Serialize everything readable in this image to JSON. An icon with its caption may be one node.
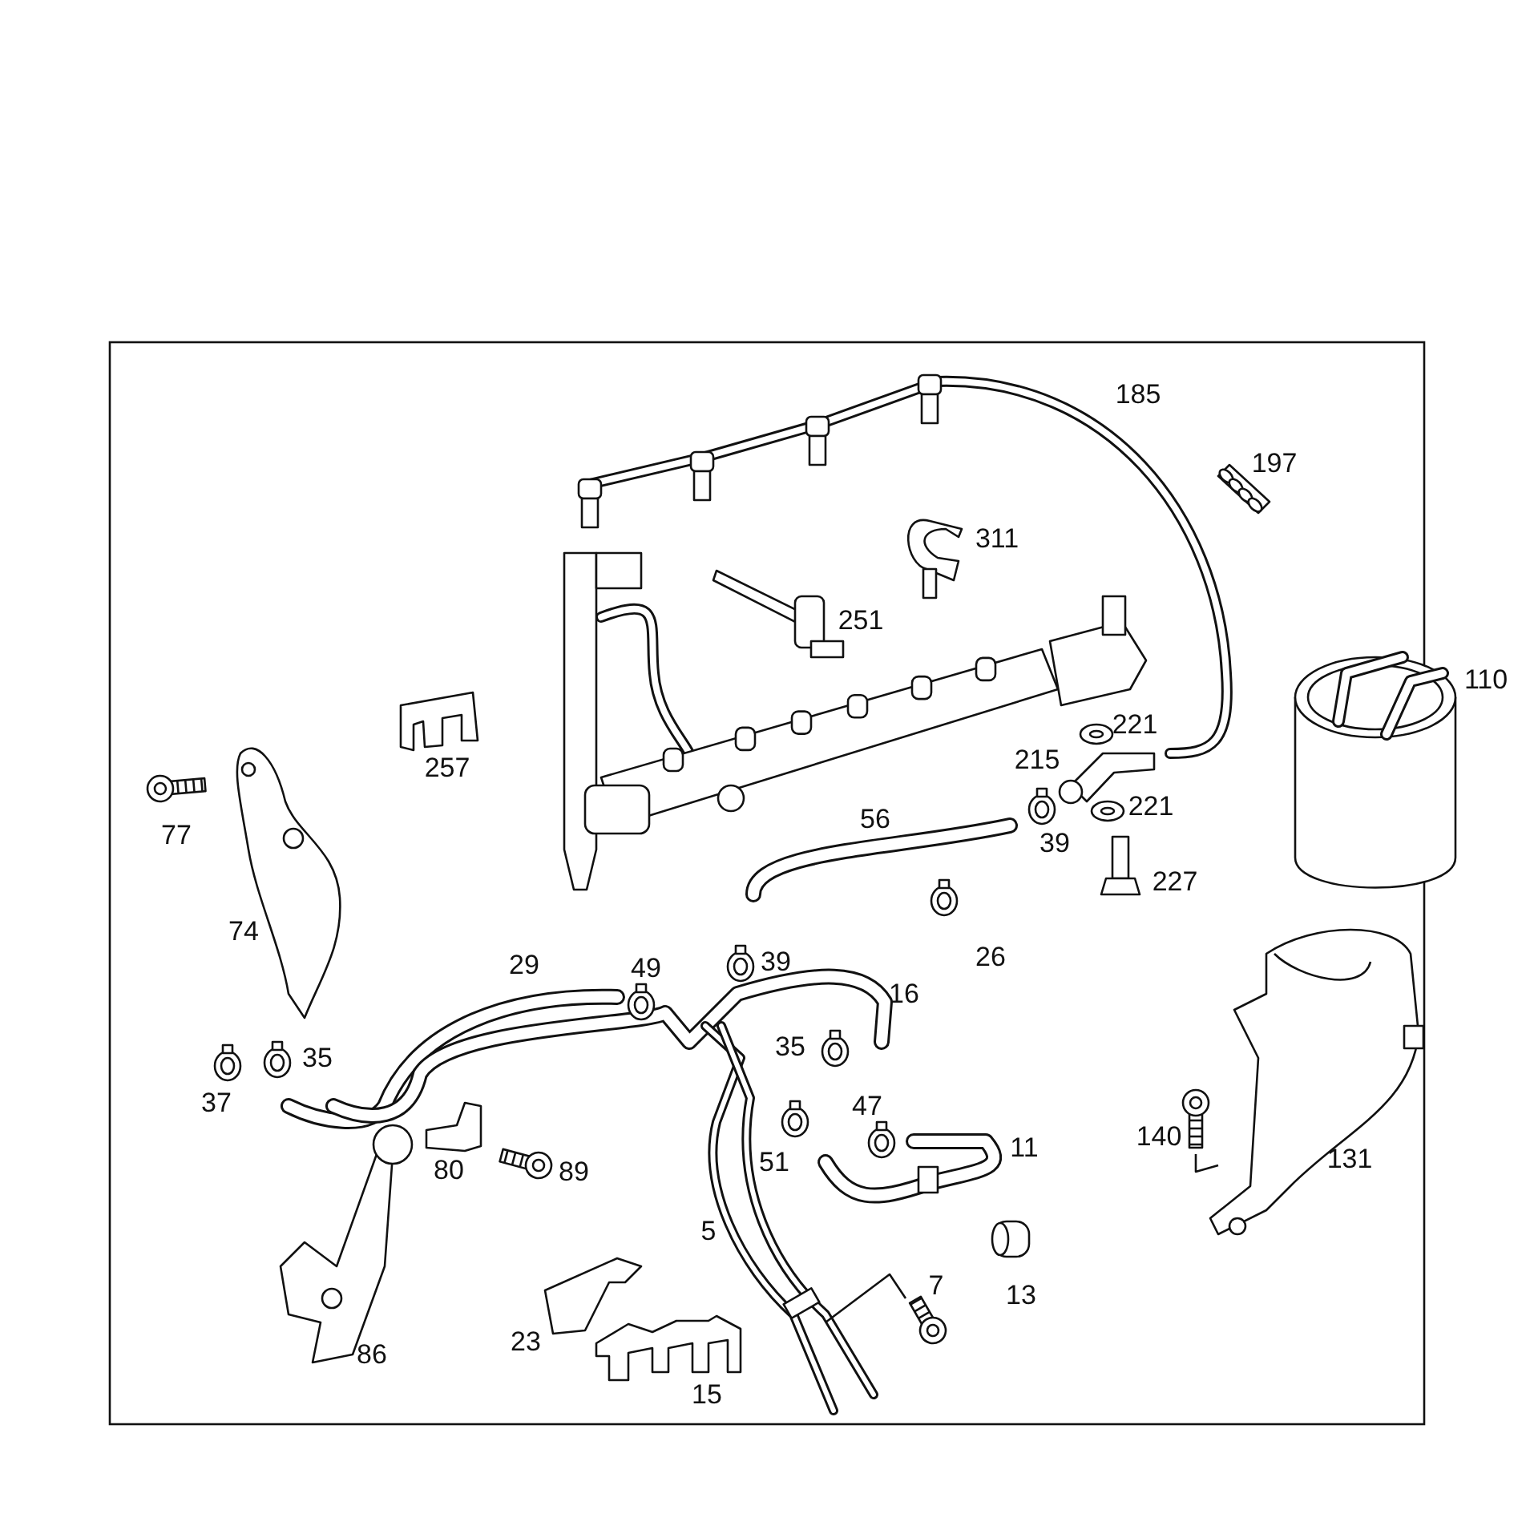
{
  "diagram": {
    "labels": [
      "185",
      "197",
      "311",
      "251",
      "110",
      "221",
      "257",
      "215",
      "77",
      "221",
      "56",
      "39",
      "227",
      "74",
      "26",
      "29",
      "49",
      "39",
      "16",
      "35",
      "37",
      "35",
      "47",
      "11",
      "140",
      "80",
      "89",
      "51",
      "131",
      "5",
      "7",
      "13",
      "23",
      "86",
      "15"
    ]
  }
}
